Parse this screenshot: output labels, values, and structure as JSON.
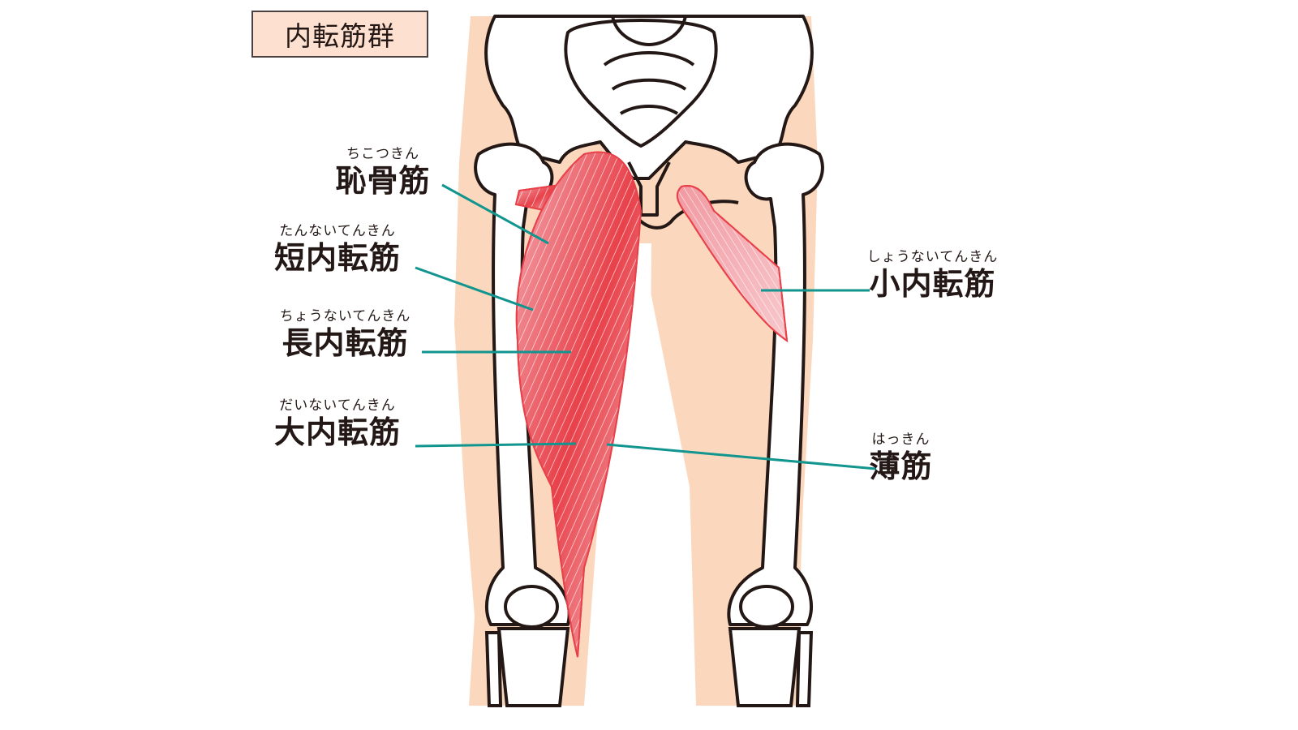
{
  "title": "内転筋群",
  "colors": {
    "skin": "#fbd8bd",
    "muscle": "#e8414a",
    "muscle_light": "#f5b7bd",
    "bone_fill": "#ffffff",
    "bone_outline": "#231815",
    "leader_line": "#11958e",
    "title_box_fill": "#fde0cf"
  },
  "labels": [
    {
      "id": "pectineus",
      "ruby": "ちこつきん",
      "name": "恥骨筋",
      "side": "left"
    },
    {
      "id": "adductor-brevis",
      "ruby": "たんないてんきん",
      "name": "短内転筋",
      "side": "left"
    },
    {
      "id": "adductor-longus",
      "ruby": "ちょうないてんきん",
      "name": "長内転筋",
      "side": "left"
    },
    {
      "id": "adductor-magnus",
      "ruby": "だいないてんきん",
      "name": "大内転筋",
      "side": "left"
    },
    {
      "id": "adductor-minimus",
      "ruby": "しょうないてんきん",
      "name": "小内転筋",
      "side": "right"
    },
    {
      "id": "gracilis",
      "ruby": "はっきん",
      "name": "薄筋",
      "side": "right"
    }
  ]
}
